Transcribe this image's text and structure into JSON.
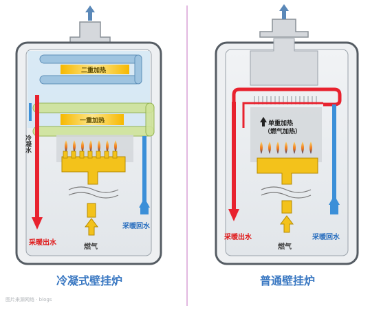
{
  "left_diagram": {
    "secondary_heating_label": "二重加热",
    "primary_heating_label": "一重加热",
    "condensate_label": "冷凝水",
    "heating_out_label": "采暖出水",
    "heating_return_label": "采暖回水",
    "gas_label": "燃气",
    "caption": "冷凝式壁挂炉"
  },
  "right_diagram": {
    "single_heating_label": "单重加热",
    "flue_heating_label": "（燃气加热）",
    "heating_out_label": "采暖出水",
    "heating_return_label": "采暖回水",
    "gas_label": "燃气",
    "caption": "普通壁挂炉"
  },
  "watermark": "图片来源网络 · blogs",
  "colors": {
    "hot_pipe": "#e8222e",
    "cold_pipe": "#3b8fd8",
    "gas_yellow": "#f3c21b",
    "heat_exchanger_green": "#b8d86a",
    "chamber_gray": "#c8ccd0",
    "divider": "#d9a0d6",
    "caption": "#3a78c2",
    "label_red": "#e01a1a",
    "label_blue": "#2a6fbf"
  }
}
